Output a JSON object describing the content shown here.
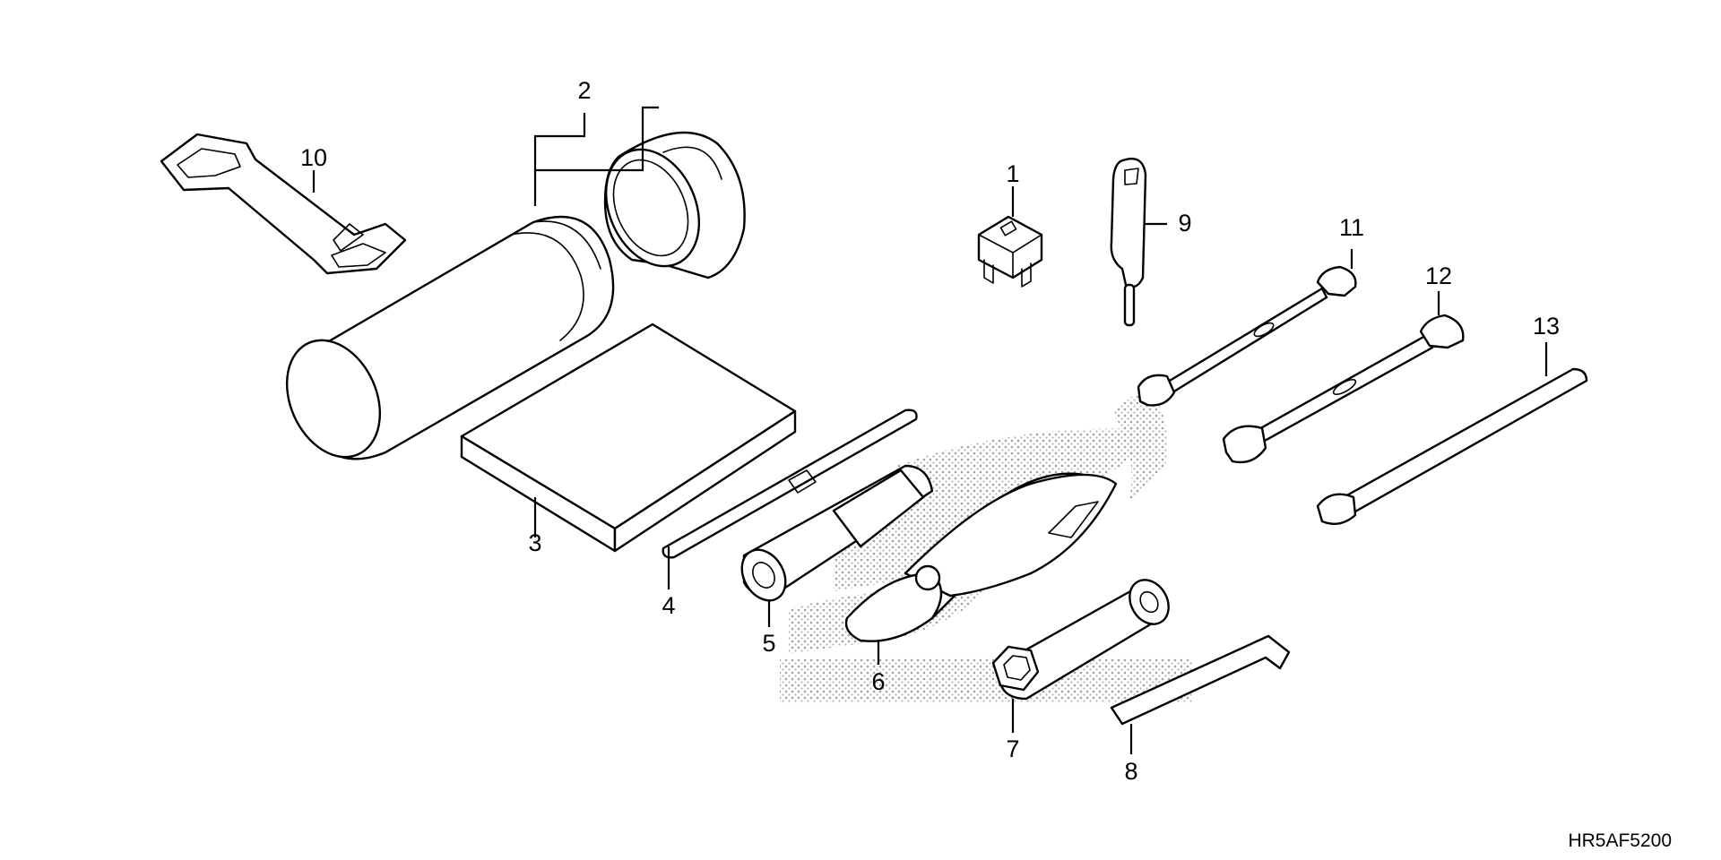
{
  "diagram": {
    "callouts": [
      "1",
      "2",
      "3",
      "4",
      "5",
      "6",
      "7",
      "8",
      "9",
      "10",
      "11",
      "12",
      "13"
    ],
    "reference_code": "HR5AF5200"
  }
}
